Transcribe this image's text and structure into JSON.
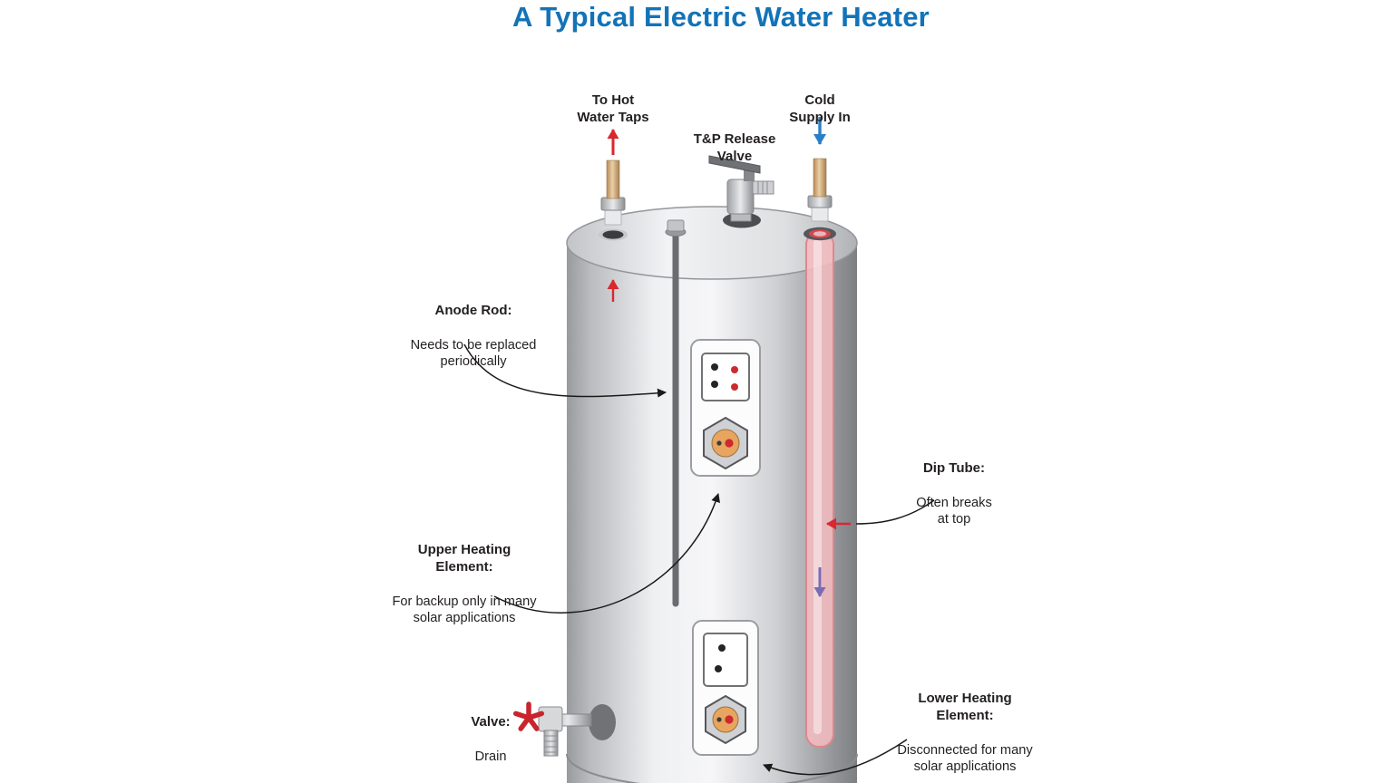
{
  "title": "A Typical Electric Water Heater",
  "callouts": {
    "hot_taps": {
      "label": "To Hot\nWater Taps"
    },
    "tp_valve": {
      "label": "T&P Release\nValve"
    },
    "cold_supply": {
      "label": "Cold\nSupply In"
    },
    "anode_rod": {
      "title": "Anode Rod:",
      "desc": "Needs to be replaced\nperiodically"
    },
    "upper_element": {
      "title": "Upper Heating\nElement:",
      "desc": "For backup only in many\nsolar applications"
    },
    "dip_tube": {
      "title": "Dip Tube:",
      "desc": "Often breaks\nat top"
    },
    "lower_element": {
      "title": "Lower Heating\nElement:",
      "desc": "Disconnected for many\nsolar applications"
    },
    "drain_valve": {
      "title": "Valve:",
      "desc": "Drain"
    }
  },
  "colors": {
    "title_blue": "#1273b8",
    "label_text": "#231f20",
    "hot_arrow_red": "#d9282f",
    "cold_arrow_blue": "#2a7fc9",
    "dip_flow_purple": "#7a6bb5",
    "dip_tube_pink": "#f5bcc1",
    "element_orange": "#e7a55f",
    "element_dot_red": "#cc2a2e",
    "drain_handle_red": "#c9252c",
    "copper_pipe": "#d9b88a",
    "tank_gray_light": "#f4f4f6",
    "tank_gray_dark": "#7d7f82"
  }
}
